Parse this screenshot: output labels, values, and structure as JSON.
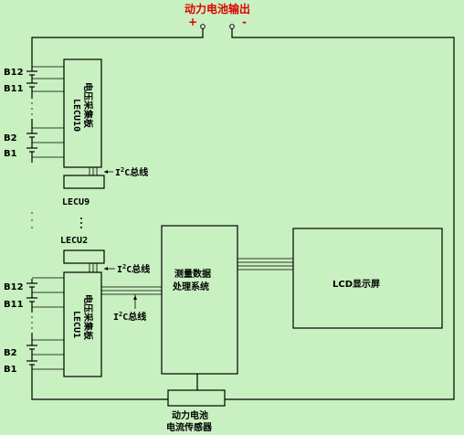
{
  "output": {
    "title": "动力电池输出",
    "plus": "+",
    "minus": "-"
  },
  "battery": {
    "b12": "B12",
    "b11": "B11",
    "b2": "B2",
    "b1": "B1"
  },
  "lecu_top": {
    "line1": "电压采集板",
    "line2": "LECU10"
  },
  "lecu_bottom": {
    "line1": "电压采集板",
    "line2": "LECU1"
  },
  "bus": {
    "i2c_prefix": "I",
    "i2c_sup": "2",
    "i2c_suffix": "C总线"
  },
  "labels": {
    "lecu9": "LECU9",
    "lecu2": "LECU2"
  },
  "processor": {
    "line1": "测量数据",
    "line2": "处理系统"
  },
  "lcd": {
    "label": "LCD显示屏"
  },
  "sensor": {
    "line1": "动力电池",
    "line2": "电流传感器"
  }
}
